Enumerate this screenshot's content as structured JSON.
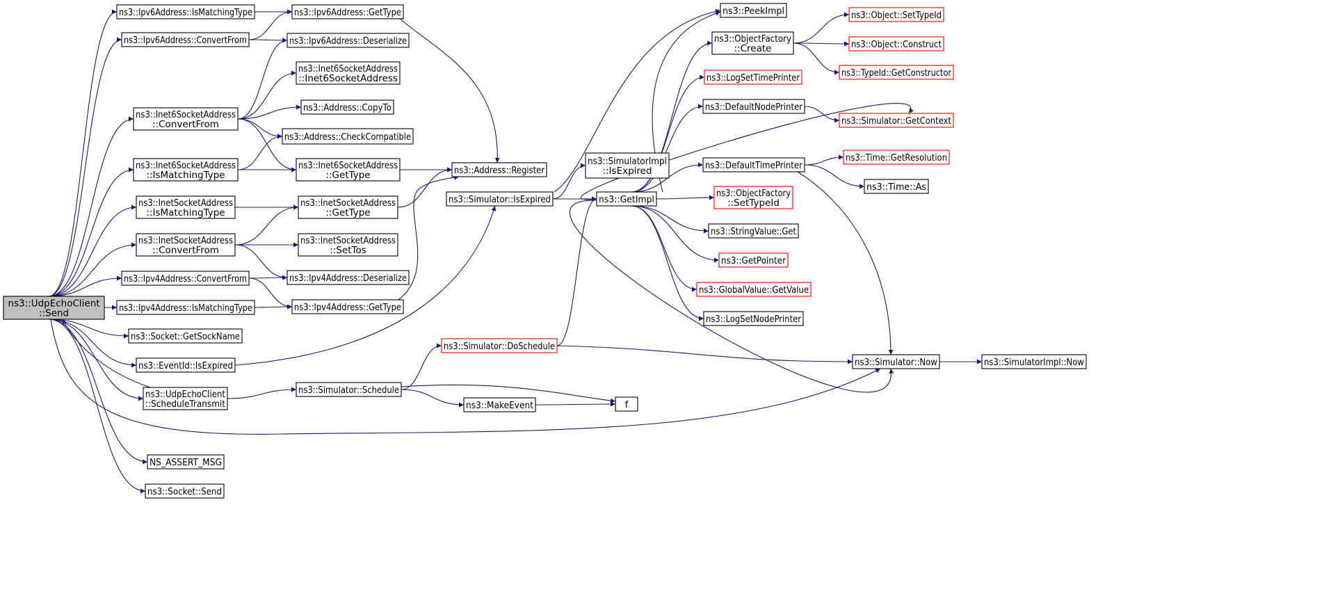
{
  "colors": {
    "edge": "#191970",
    "node_border": "#000000",
    "node_border_red": "#ff0000",
    "root_fill": "#bfbfbf",
    "node_fill": "#ffffff"
  },
  "nodes": [
    {
      "id": "root",
      "lines": [
        "ns3::UdpEchoClient",
        "::Send"
      ],
      "style": "root"
    },
    {
      "id": "v6match",
      "lines": [
        "ns3::Ipv6Address::IsMatchingType"
      ]
    },
    {
      "id": "v6conv",
      "lines": [
        "ns3::Ipv6Address::ConvertFrom"
      ]
    },
    {
      "id": "v6gettype",
      "lines": [
        "ns3::Ipv6Address::GetType"
      ]
    },
    {
      "id": "v6deser",
      "lines": [
        "ns3::Ipv6Address::Deserialize"
      ]
    },
    {
      "id": "i6ctor",
      "lines": [
        "ns3::Inet6SocketAddress",
        "::Inet6SocketAddress"
      ]
    },
    {
      "id": "copyto",
      "lines": [
        "ns3::Address::CopyTo"
      ]
    },
    {
      "id": "i6conv",
      "lines": [
        "ns3::Inet6SocketAddress",
        "::ConvertFrom"
      ]
    },
    {
      "id": "checkcompat",
      "lines": [
        "ns3::Address::CheckCompatible"
      ]
    },
    {
      "id": "i6match",
      "lines": [
        "ns3::Inet6SocketAddress",
        "::IsMatchingType"
      ]
    },
    {
      "id": "i6gettype",
      "lines": [
        "ns3::Inet6SocketAddress",
        "::GetType"
      ]
    },
    {
      "id": "register",
      "lines": [
        "ns3::Address::Register"
      ]
    },
    {
      "id": "imatch",
      "lines": [
        "ns3::InetSocketAddress",
        "::IsMatchingType"
      ]
    },
    {
      "id": "igettype",
      "lines": [
        "ns3::InetSocketAddress",
        "::GetType"
      ]
    },
    {
      "id": "iconv",
      "lines": [
        "ns3::InetSocketAddress",
        "::ConvertFrom"
      ]
    },
    {
      "id": "settos",
      "lines": [
        "ns3::InetSocketAddress",
        "::SetTos"
      ]
    },
    {
      "id": "v4conv",
      "lines": [
        "ns3::Ipv4Address::ConvertFrom"
      ]
    },
    {
      "id": "v4deser",
      "lines": [
        "ns3::Ipv4Address::Deserialize"
      ]
    },
    {
      "id": "v4match",
      "lines": [
        "ns3::Ipv4Address::IsMatchingType"
      ]
    },
    {
      "id": "v4gettype",
      "lines": [
        "ns3::Ipv4Address::GetType"
      ]
    },
    {
      "id": "sockname",
      "lines": [
        "ns3::Socket::GetSockName"
      ]
    },
    {
      "id": "evexp",
      "lines": [
        "ns3::EventId::IsExpired"
      ]
    },
    {
      "id": "schedtx",
      "lines": [
        "ns3::UdpEchoClient",
        "::ScheduleTransmit"
      ]
    },
    {
      "id": "assert",
      "lines": [
        "NS_ASSERT_MSG"
      ]
    },
    {
      "id": "socksend",
      "lines": [
        "ns3::Socket::Send"
      ]
    },
    {
      "id": "simexp",
      "lines": [
        "ns3::Simulator::IsExpired"
      ]
    },
    {
      "id": "simimplexp",
      "lines": [
        "ns3::SimulatorImpl",
        "::IsExpired"
      ]
    },
    {
      "id": "getimpl",
      "lines": [
        "ns3::GetImpl"
      ]
    },
    {
      "id": "dosched",
      "lines": [
        "ns3::Simulator::DoSchedule"
      ],
      "style": "red"
    },
    {
      "id": "sched",
      "lines": [
        "ns3::Simulator::Schedule"
      ]
    },
    {
      "id": "makeevent",
      "lines": [
        "ns3::MakeEvent"
      ]
    },
    {
      "id": "f",
      "lines": [
        "f"
      ]
    },
    {
      "id": "peekimpl",
      "lines": [
        "ns3::PeekImpl"
      ]
    },
    {
      "id": "ofcreate",
      "lines": [
        "ns3::ObjectFactory",
        "::Create"
      ]
    },
    {
      "id": "logsettime",
      "lines": [
        "ns3::LogSetTimePrinter"
      ],
      "style": "red"
    },
    {
      "id": "defnode",
      "lines": [
        "ns3::DefaultNodePrinter"
      ]
    },
    {
      "id": "deftime",
      "lines": [
        "ns3::DefaultTimePrinter"
      ]
    },
    {
      "id": "ofsettype",
      "lines": [
        "ns3::ObjectFactory",
        "::SetTypeId"
      ],
      "style": "red"
    },
    {
      "id": "strget",
      "lines": [
        "ns3::StringValue::Get"
      ]
    },
    {
      "id": "getptr",
      "lines": [
        "ns3::GetPointer"
      ],
      "style": "red"
    },
    {
      "id": "gvget",
      "lines": [
        "ns3::GlobalValue::GetValue"
      ],
      "style": "red"
    },
    {
      "id": "logsetnode",
      "lines": [
        "ns3::LogSetNodePrinter"
      ]
    },
    {
      "id": "objsettype",
      "lines": [
        "ns3::Object::SetTypeId"
      ],
      "style": "red"
    },
    {
      "id": "objconstruct",
      "lines": [
        "ns3::Object::Construct"
      ],
      "style": "red"
    },
    {
      "id": "tidctor",
      "lines": [
        "ns3::TypeId::GetConstructor"
      ],
      "style": "red"
    },
    {
      "id": "getctx",
      "lines": [
        "ns3::Simulator::GetContext"
      ],
      "style": "red"
    },
    {
      "id": "getres",
      "lines": [
        "ns3::Time::GetResolution"
      ],
      "style": "red"
    },
    {
      "id": "timeas",
      "lines": [
        "ns3::Time::As"
      ]
    },
    {
      "id": "simnow",
      "lines": [
        "ns3::Simulator::Now"
      ]
    },
    {
      "id": "simimplnow",
      "lines": [
        "ns3::SimulatorImpl::Now"
      ]
    }
  ],
  "edges": [
    [
      "root",
      "v6match"
    ],
    [
      "root",
      "v6conv"
    ],
    [
      "root",
      "i6conv"
    ],
    [
      "root",
      "i6match"
    ],
    [
      "root",
      "imatch"
    ],
    [
      "root",
      "iconv"
    ],
    [
      "root",
      "v4conv"
    ],
    [
      "root",
      "v4match"
    ],
    [
      "root",
      "sockname"
    ],
    [
      "root",
      "evexp"
    ],
    [
      "root",
      "schedtx"
    ],
    [
      "root",
      "assert"
    ],
    [
      "root",
      "socksend"
    ],
    [
      "root",
      "simnow"
    ],
    [
      "schedtx",
      "root"
    ],
    [
      "v6match",
      "v6gettype"
    ],
    [
      "v6conv",
      "v6gettype"
    ],
    [
      "v6conv",
      "v6deser"
    ],
    [
      "v6gettype",
      "register"
    ],
    [
      "i6conv",
      "v6deser"
    ],
    [
      "i6conv",
      "i6ctor"
    ],
    [
      "i6conv",
      "copyto"
    ],
    [
      "i6conv",
      "checkcompat"
    ],
    [
      "i6conv",
      "i6gettype"
    ],
    [
      "i6match",
      "checkcompat"
    ],
    [
      "i6match",
      "i6gettype"
    ],
    [
      "i6gettype",
      "register"
    ],
    [
      "imatch",
      "igettype"
    ],
    [
      "iconv",
      "igettype"
    ],
    [
      "iconv",
      "settos"
    ],
    [
      "iconv",
      "v4deser"
    ],
    [
      "igettype",
      "register"
    ],
    [
      "v4conv",
      "v4deser"
    ],
    [
      "v4conv",
      "v4gettype"
    ],
    [
      "v4match",
      "v4gettype"
    ],
    [
      "v4gettype",
      "register"
    ],
    [
      "evexp",
      "simexp"
    ],
    [
      "schedtx",
      "sched"
    ],
    [
      "sched",
      "dosched"
    ],
    [
      "sched",
      "makeevent"
    ],
    [
      "sched",
      "f"
    ],
    [
      "makeevent",
      "f"
    ],
    [
      "simexp",
      "simimplexp"
    ],
    [
      "simexp",
      "getimpl"
    ],
    [
      "simexp",
      "peekimpl"
    ],
    [
      "dosched",
      "getimpl"
    ],
    [
      "dosched",
      "simnow"
    ],
    [
      "getimpl",
      "peekimpl"
    ],
    [
      "getimpl",
      "ofcreate"
    ],
    [
      "getimpl",
      "logsettime"
    ],
    [
      "getimpl",
      "defnode"
    ],
    [
      "getimpl",
      "deftime"
    ],
    [
      "getimpl",
      "ofsettype"
    ],
    [
      "getimpl",
      "strget"
    ],
    [
      "getimpl",
      "getptr"
    ],
    [
      "getimpl",
      "gvget"
    ],
    [
      "getimpl",
      "logsetnode"
    ],
    [
      "getctx",
      "getimpl"
    ],
    [
      "simnow",
      "getimpl"
    ],
    [
      "ofcreate",
      "objsettype"
    ],
    [
      "ofcreate",
      "objconstruct"
    ],
    [
      "ofcreate",
      "tidctor"
    ],
    [
      "defnode",
      "getctx"
    ],
    [
      "deftime",
      "getres"
    ],
    [
      "deftime",
      "timeas"
    ],
    [
      "deftime",
      "simnow"
    ],
    [
      "simnow",
      "simimplnow"
    ]
  ]
}
